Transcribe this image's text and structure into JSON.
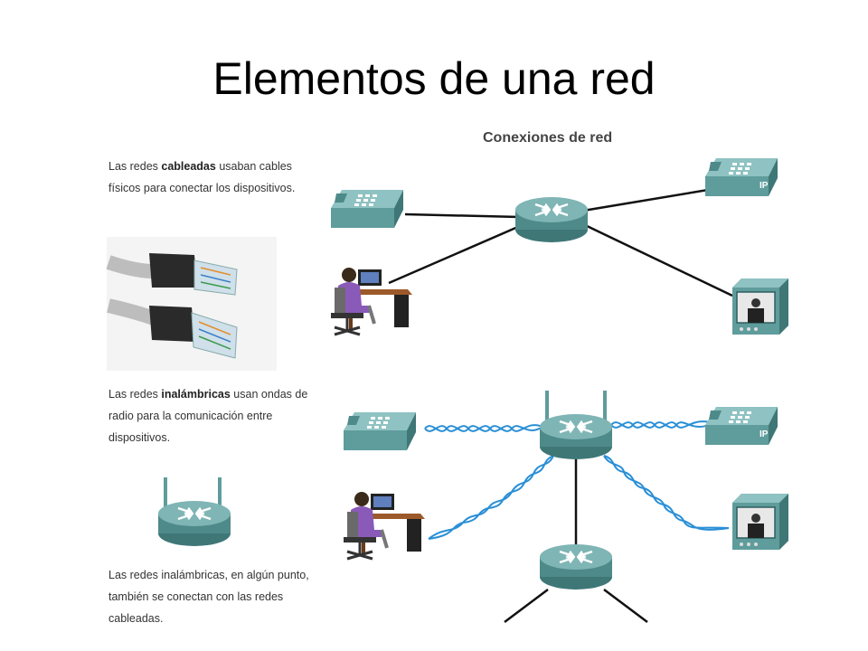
{
  "slide": {
    "title": "Elementos de una red"
  },
  "diagram": {
    "title": "Conexiones de red",
    "ip_label": "IP"
  },
  "captions": {
    "wired": {
      "prefix": "Las redes ",
      "bold": "cableadas",
      "suffix": " usaban cables físicos para conectar los dispositivos."
    },
    "wireless": {
      "prefix": "Las redes ",
      "bold": "inalámbricas",
      "suffix": " usan ondas de radio para la comunicación entre dispositivos."
    },
    "both": {
      "text": "Las redes inalámbricas, en algún punto, también se conectan con las redes cableadas."
    }
  },
  "colors": {
    "device_teal": "#5f9c9c",
    "device_dark": "#3f7777",
    "wave_blue": "#2a8fd6",
    "line_black": "#111111"
  }
}
